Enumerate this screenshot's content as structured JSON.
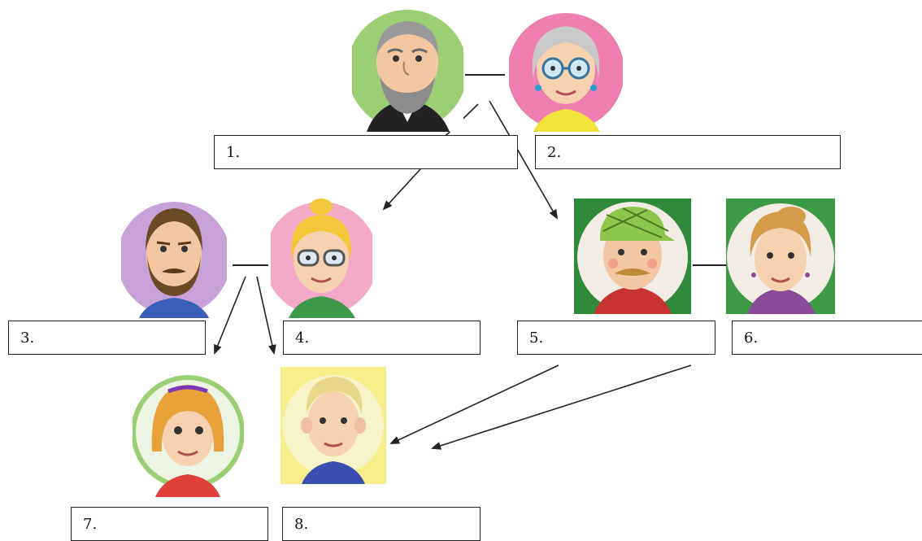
{
  "boxes": [
    {
      "label": "1."
    },
    {
      "label": "2."
    },
    {
      "label": "3."
    },
    {
      "label": "4."
    },
    {
      "label": "5."
    },
    {
      "label": "6."
    },
    {
      "label": "7."
    },
    {
      "label": "8."
    }
  ],
  "colors": {
    "grandfather_bg": "#9ccf74",
    "grandmother_bg": "#ef7fb1",
    "father_bg": "#c6a2d8",
    "mother_bg": "#f5a9c8",
    "uncle_bg": "#2f8a3a",
    "aunt_bg": "#3d9a45",
    "girl_bg": "#9ccf74",
    "boy_bg": "#f6ee8a",
    "line": "#222222"
  }
}
